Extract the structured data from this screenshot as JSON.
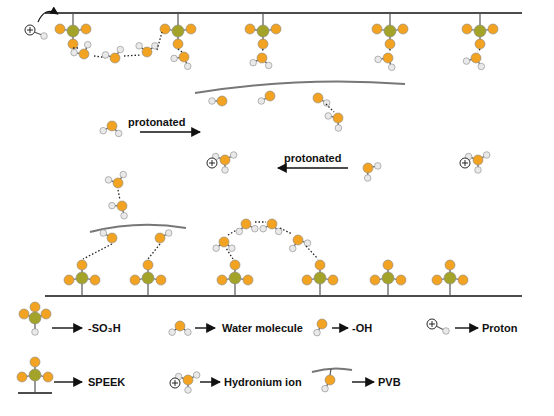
{
  "diagram": {
    "labels": [
      "protonated",
      "protonated"
    ],
    "legend": [
      {
        "text": "-SO₃H"
      },
      {
        "text": "Water molecule"
      },
      {
        "text": "-OH"
      },
      {
        "text": "Proton"
      },
      {
        "text": "SPEEK"
      },
      {
        "text": "Hydronium ion"
      },
      {
        "text": "PVB"
      }
    ]
  }
}
